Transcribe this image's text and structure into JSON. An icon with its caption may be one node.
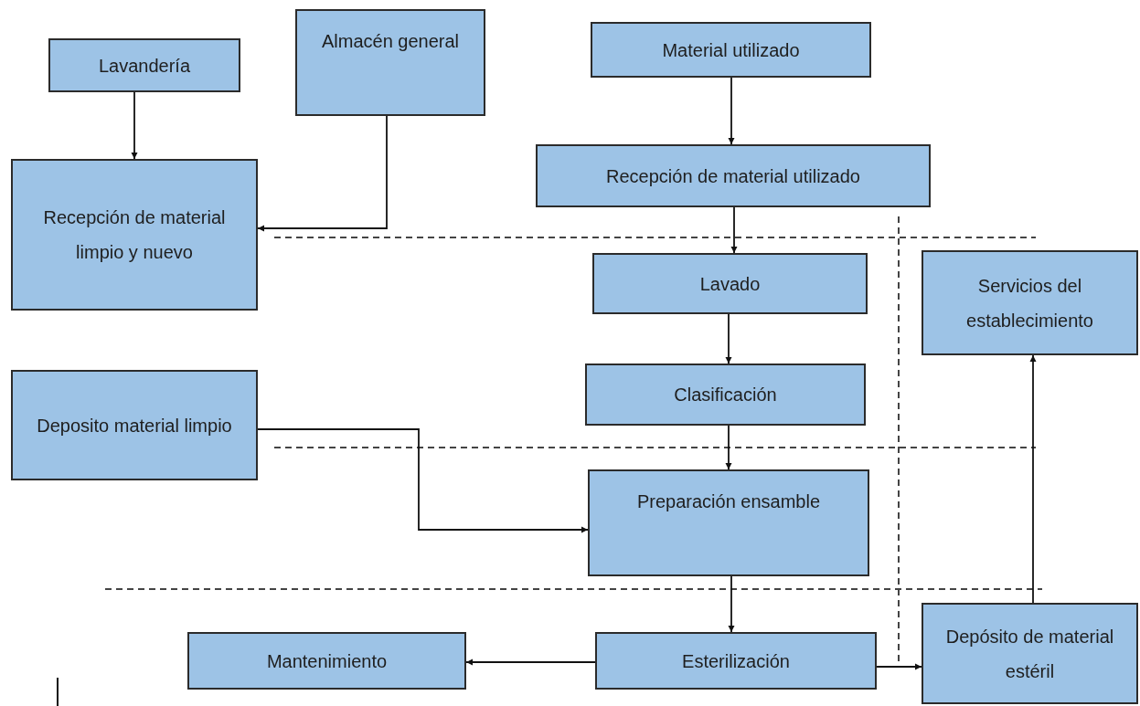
{
  "diagram": {
    "nodes": [
      {
        "text": [
          "Lavandería"
        ]
      },
      {
        "text": [
          "Almacén general"
        ]
      },
      {
        "text": [
          "Material utilizado"
        ]
      },
      {
        "text": [
          "Recepción de material limpio y nuevo"
        ]
      },
      {
        "text": [
          "Recepción de material utilizado"
        ]
      },
      {
        "text": [
          "Lavado"
        ]
      },
      {
        "text": [
          "Servicios del establecimiento"
        ]
      },
      {
        "text": [
          "Deposito material limpio"
        ]
      },
      {
        "text": [
          "Clasificación"
        ]
      },
      {
        "text": [
          "Preparación ensamble"
        ]
      },
      {
        "text": [
          "Mantenimiento"
        ]
      },
      {
        "text": [
          "Esterilización"
        ]
      },
      {
        "text": [
          "Depósito de material estéril"
        ]
      }
    ],
    "edges": [
      {
        "from": 0,
        "to": 3,
        "arrow": "to"
      },
      {
        "from": 1,
        "to": 3,
        "arrow": "to"
      },
      {
        "from": 2,
        "to": 4,
        "arrow": "to"
      },
      {
        "from": 4,
        "to": 5,
        "arrow": "to"
      },
      {
        "from": 5,
        "to": 8,
        "arrow": "to"
      },
      {
        "from": 8,
        "to": 9,
        "arrow": "to"
      },
      {
        "from": 7,
        "to": 9,
        "arrow": "to"
      },
      {
        "from": 9,
        "to": 11,
        "arrow": "to"
      },
      {
        "from": 11,
        "to": 10,
        "arrow": "to"
      },
      {
        "from": 11,
        "to": 12,
        "arrow": "to"
      },
      {
        "from": 12,
        "to": 6,
        "arrow": "to"
      }
    ]
  }
}
